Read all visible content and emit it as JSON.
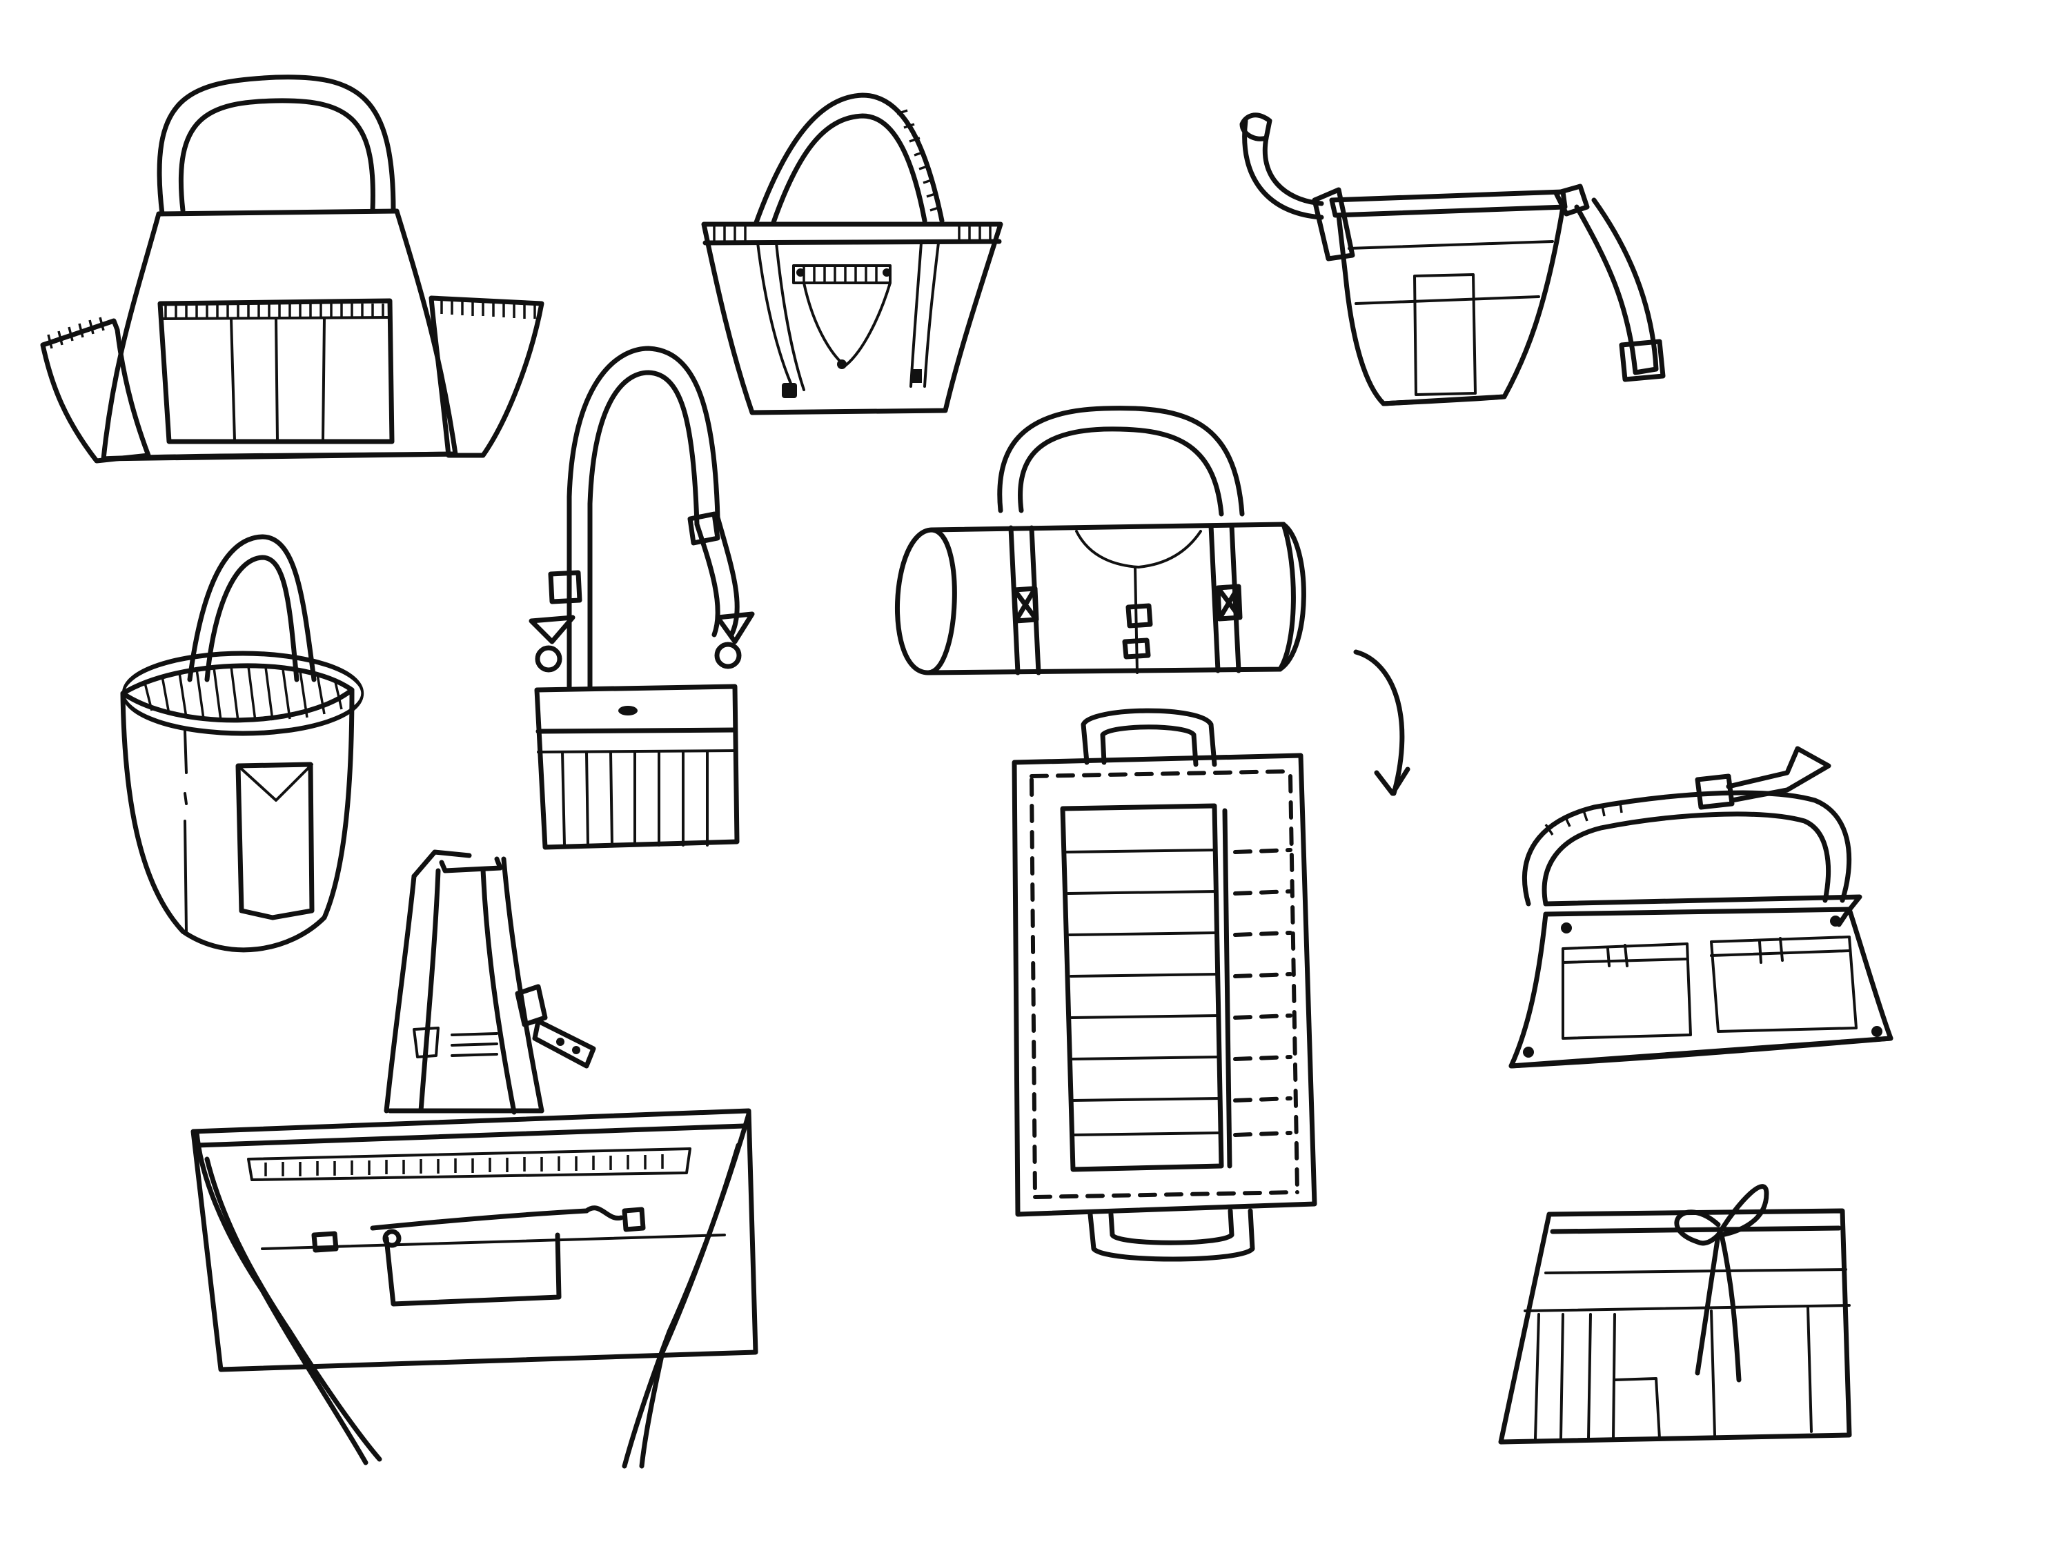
{
  "canvas": {
    "background": "#ffffff",
    "ink_color": "#111111"
  },
  "sketches": [
    {
      "id": "tote-side-pockets",
      "kind": "tote bag with side pockets"
    },
    {
      "id": "striped-tote",
      "kind": "tote bag with striped trim"
    },
    {
      "id": "hip-bag",
      "kind": "hip bag with strap"
    },
    {
      "id": "bucket-bag",
      "kind": "bucket bag"
    },
    {
      "id": "crossbody-bag",
      "kind": "crossbody bag with adjustable strap"
    },
    {
      "id": "bedroll",
      "kind": "rolled duffel with straps"
    },
    {
      "id": "unrolled-organizer",
      "kind": "unrolled tool organizer"
    },
    {
      "id": "arrow",
      "kind": "curved arrow"
    },
    {
      "id": "work-apron",
      "kind": "full work apron"
    },
    {
      "id": "tool-belt",
      "kind": "tool belt with pockets"
    },
    {
      "id": "waist-apron",
      "kind": "waist apron with bow"
    }
  ]
}
